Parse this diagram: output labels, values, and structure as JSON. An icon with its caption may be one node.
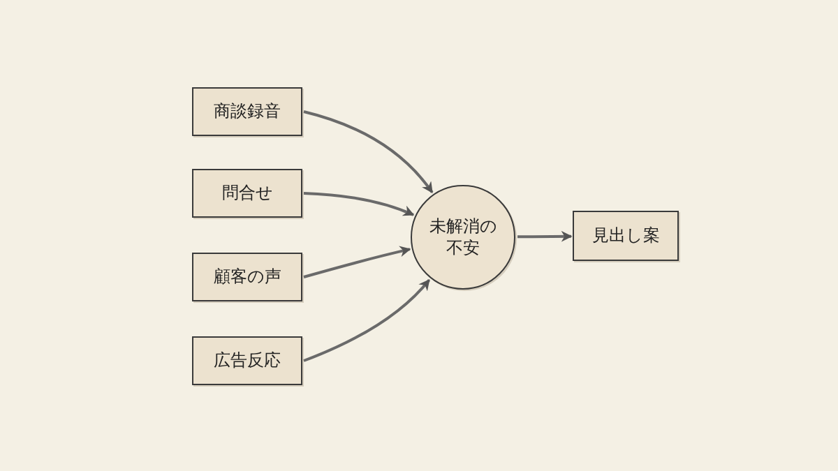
{
  "diagram": {
    "nodes": [
      {
        "text": [
          "商談録音"
        ]
      },
      {
        "text": [
          "問合せ"
        ]
      },
      {
        "text": [
          "顧客の声"
        ]
      },
      {
        "text": [
          "広告反応"
        ]
      },
      {
        "text": [
          "未解消の不安"
        ]
      },
      {
        "text": [
          "見出し案"
        ]
      }
    ],
    "edges": [
      {
        "from": 0,
        "to": 4,
        "arrow": "to"
      },
      {
        "from": 1,
        "to": 4,
        "arrow": "to"
      },
      {
        "from": 2,
        "to": 4,
        "arrow": "to"
      },
      {
        "from": 3,
        "to": 4,
        "arrow": "to"
      },
      {
        "from": 4,
        "to": 5,
        "arrow": "to"
      }
    ]
  }
}
